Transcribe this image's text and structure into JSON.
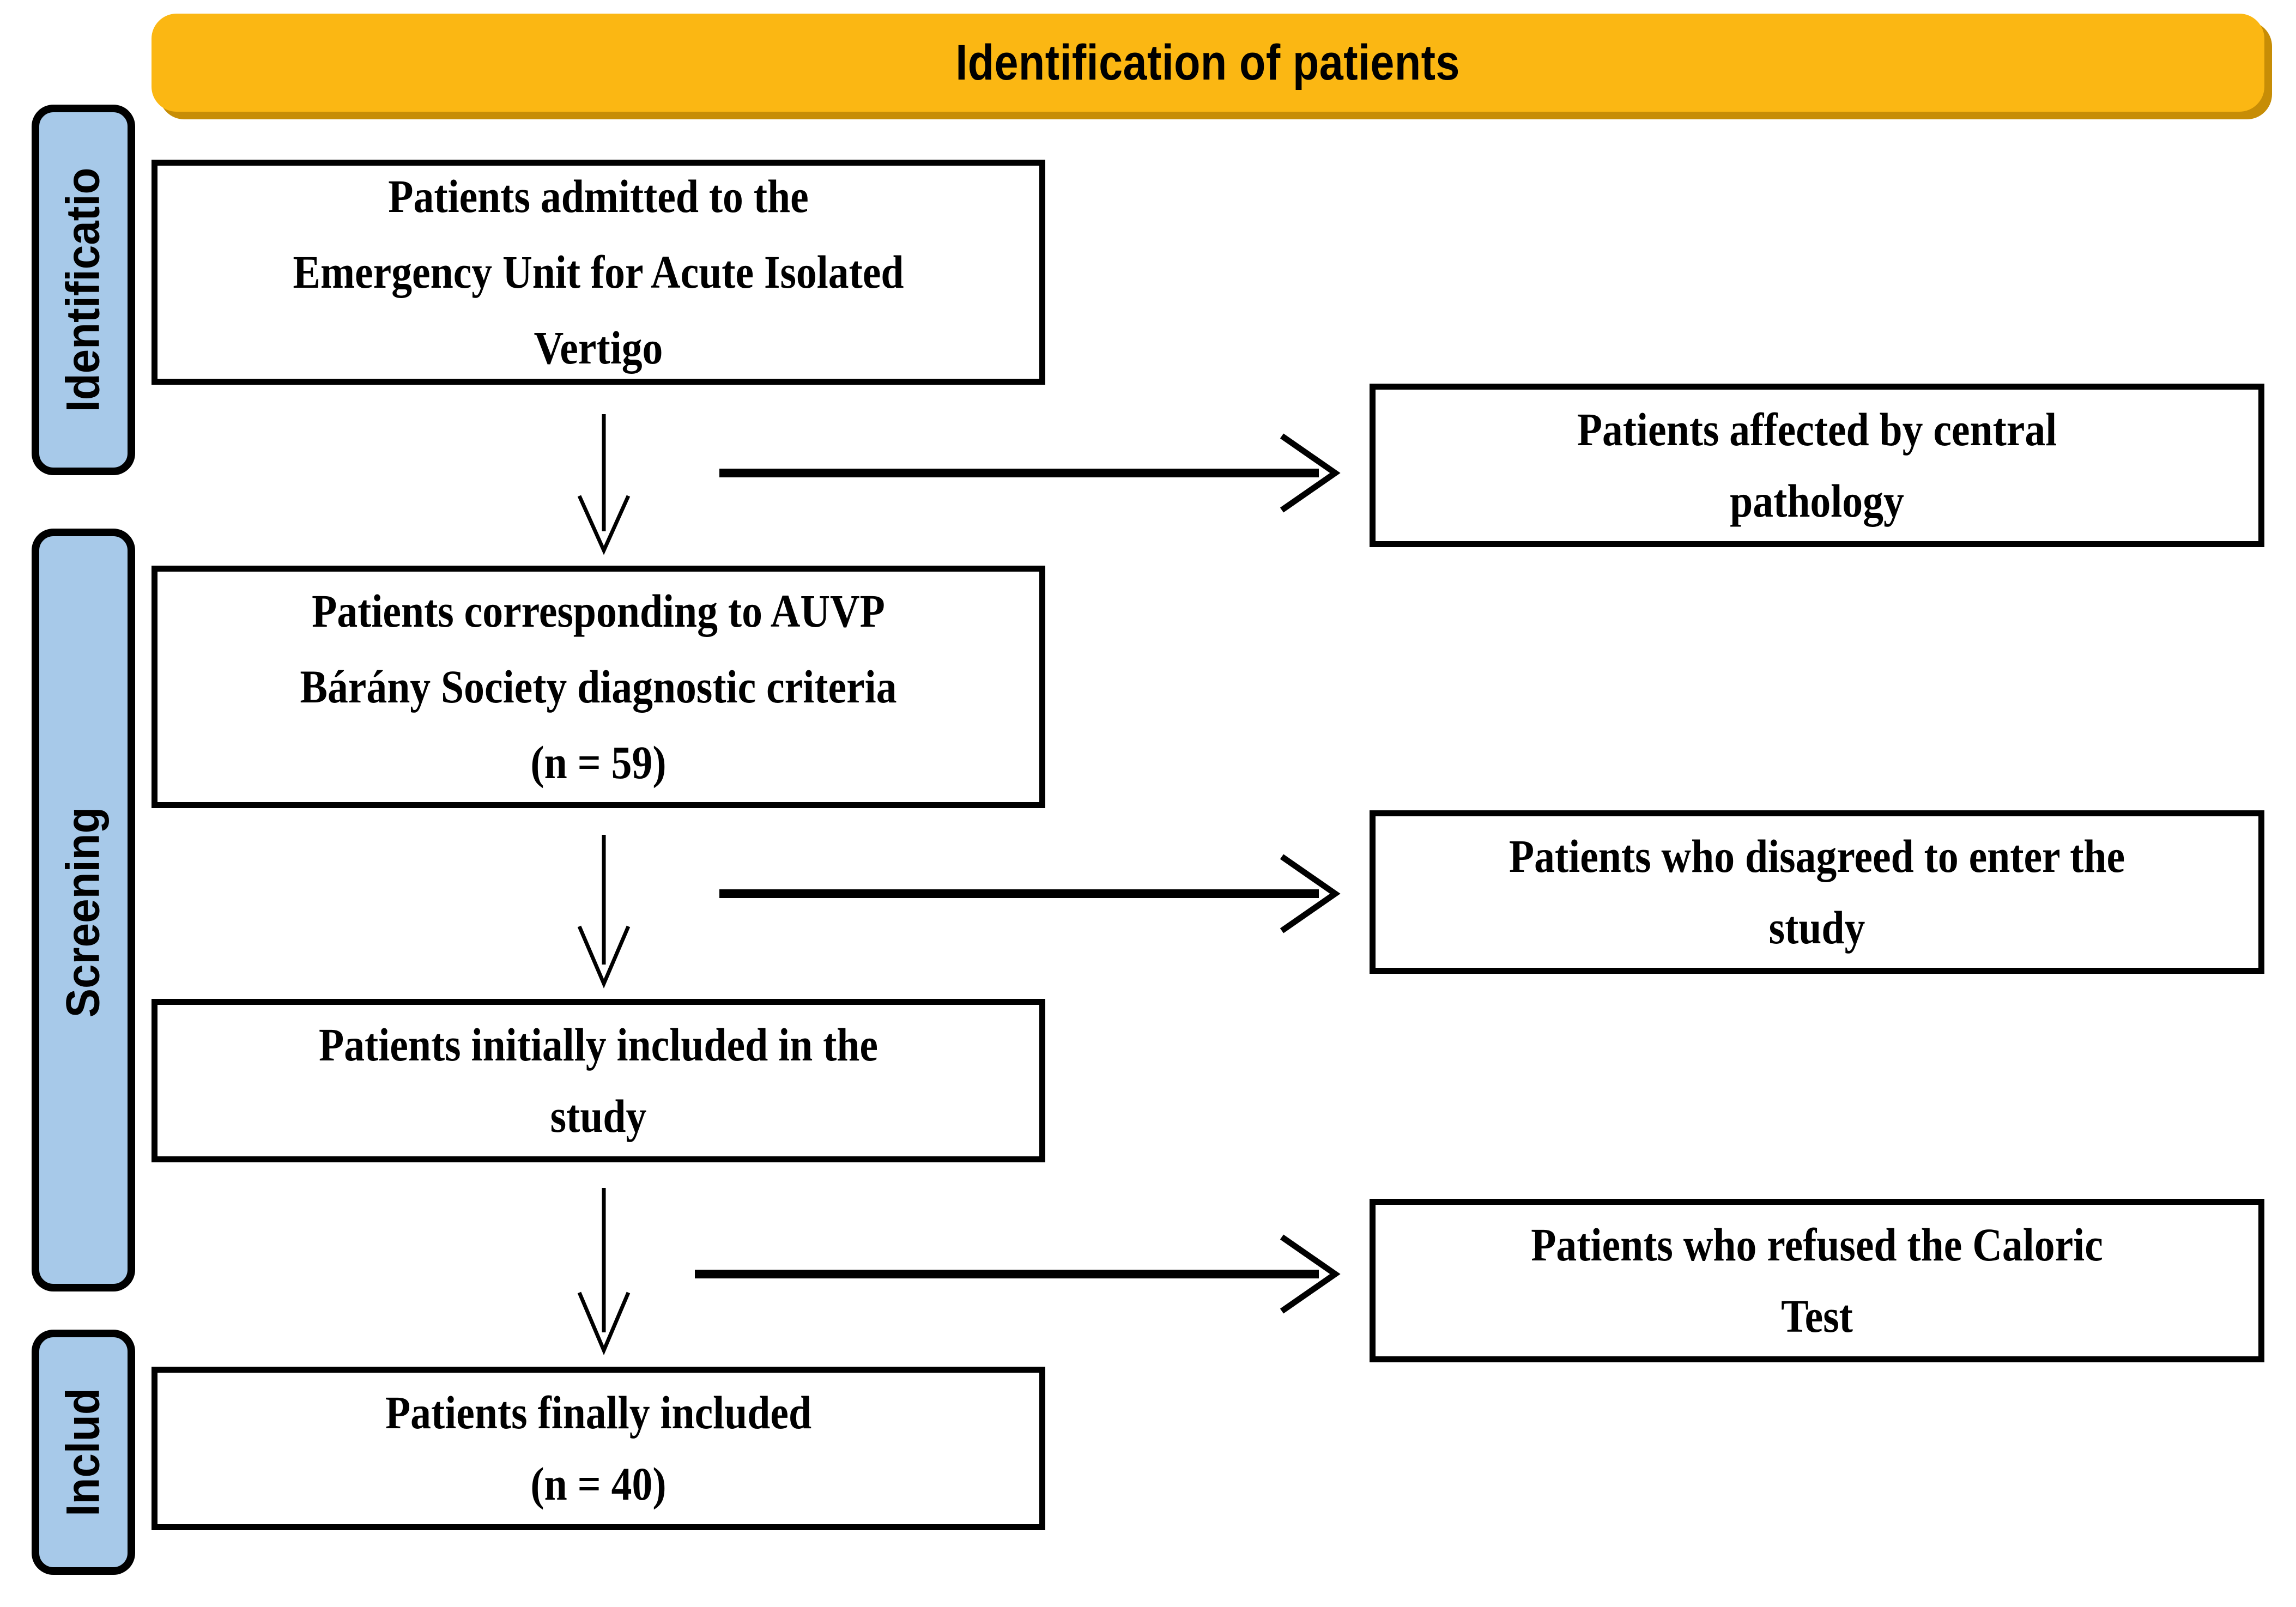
{
  "banner": {
    "title": "Identification of patients",
    "fill_color": "#FBB713",
    "shadow_color": "#C78D06"
  },
  "rails": {
    "fill_color": "#A7C9E9",
    "items": [
      {
        "id": "identification",
        "label": "Identificatio",
        "full_label": "Identification"
      },
      {
        "id": "screening",
        "label": "Screening",
        "full_label": "Screening"
      },
      {
        "id": "inclusion",
        "label": "Includ",
        "full_label": "Included"
      }
    ]
  },
  "flow": {
    "left_boxes": [
      {
        "id": "admitted",
        "lines": [
          "Patients admitted to the",
          "Emergency Unit for Acute Isolated",
          "Vertigo"
        ]
      },
      {
        "id": "criteria",
        "lines": [
          "Patients corresponding to AUVP",
          "Bárány Society diagnostic criteria",
          "(n = 59)"
        ],
        "count": "n = 59"
      },
      {
        "id": "initial",
        "lines": [
          "Patients initially included in the",
          "study"
        ]
      },
      {
        "id": "final",
        "lines": [
          "Patients finally included",
          "(n = 40)"
        ],
        "count": "n = 40"
      }
    ],
    "right_boxes": [
      {
        "id": "central",
        "lines": [
          "Patients affected by central",
          "pathology"
        ]
      },
      {
        "id": "disagreed",
        "lines": [
          "Patients who disagreed to enter the",
          "study"
        ]
      },
      {
        "id": "refused",
        "lines": [
          "Patients who refused the Caloric",
          "Test"
        ]
      }
    ]
  },
  "colors": {
    "box_border": "#000000",
    "box_fill": "#FFFFFF",
    "arrow": "#000000"
  }
}
